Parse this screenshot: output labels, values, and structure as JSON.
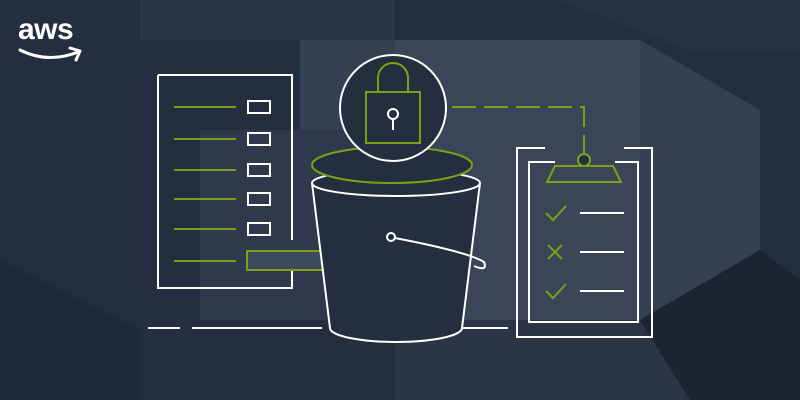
{
  "brand": {
    "logo_text": "aws",
    "logo_mark": "amazon-smile-arrow"
  },
  "colors": {
    "background": "#232f3e",
    "hex_light": "#3a4657",
    "hex_mid": "#2e3a4b",
    "hex_dark": "#1b2431",
    "line_white": "#ffffff",
    "accent_green": "#7aa116"
  },
  "illustration": {
    "document_list": {
      "icon": "document-list-icon",
      "rows": 6,
      "highlighted_row": 6
    },
    "bucket": {
      "icon": "storage-bucket-icon"
    },
    "lock": {
      "icon": "padlock-icon",
      "state": "locked"
    },
    "clipboard": {
      "icon": "clipboard-checklist-icon",
      "items": [
        {
          "status": "check"
        },
        {
          "status": "cross"
        },
        {
          "status": "check"
        }
      ]
    }
  }
}
